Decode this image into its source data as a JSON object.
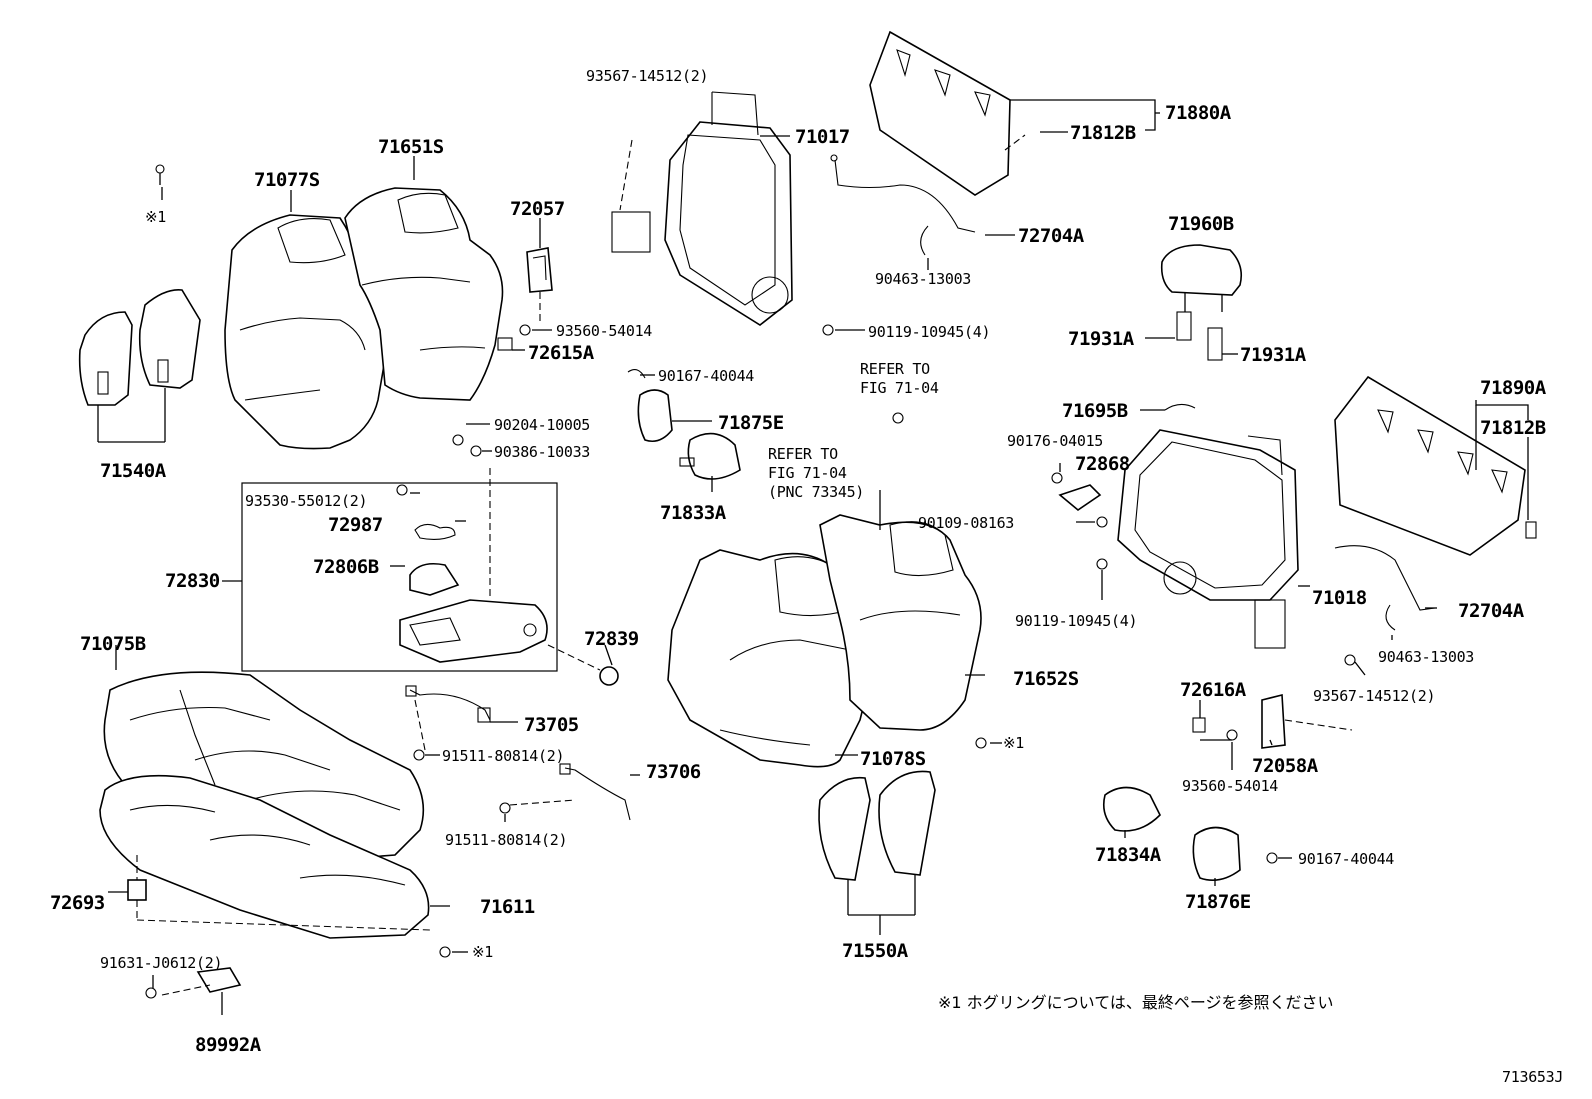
{
  "labels": {
    "l71651S": "71651S",
    "l71077S": "71077S",
    "l72057": "72057",
    "l93567a": "93567-14512(2)",
    "l71017": "71017",
    "l71880A": "71880A",
    "l71812Ba": "71812B",
    "l72704Aa": "72704A",
    "l90463a": "90463-13003",
    "l71960B": "71960B",
    "l71931Aa": "71931A",
    "l71931Ab": "71931A",
    "l93560a": "93560-54014",
    "l72615A": "72615A",
    "l90119a": "90119-10945(4)",
    "l90167a": "90167-40044",
    "lRefer1a": "REFER TO",
    "lRefer1b": "FIG 71-04",
    "l71875E": "71875E",
    "l90204": "90204-10005",
    "l90386": "90386-10033",
    "l71540A": "71540A",
    "l71833A": "71833A",
    "lRefer2a": "REFER TO",
    "lRefer2b": "FIG 71-04",
    "lRefer2c": "(PNC 73345)",
    "l71695B": "71695B",
    "l90176": "90176-04015",
    "l72868": "72868",
    "l71890A": "71890A",
    "l71812Bb": "71812B",
    "l93530": "93530-55012(2)",
    "l72987": "72987",
    "l72830": "72830",
    "l72806B": "72806B",
    "l90109": "90109-08163",
    "l71018": "71018",
    "l90119b": "90119-10945(4)",
    "l72704Ab": "72704A",
    "l72839": "72839",
    "l71075B": "71075B",
    "l71652S": "71652S",
    "l90463b": "90463-13003",
    "l93567b": "93567-14512(2)",
    "l72616A": "72616A",
    "l73705": "73705",
    "l91511a": "91511-80814(2)",
    "l73706": "73706",
    "l71078S": "71078S",
    "l72058A": "72058A",
    "l93560b": "93560-54014",
    "l91511b": "91511-80814(2)",
    "l71834A": "71834A",
    "l90167b": "90167-40044",
    "l72693": "72693",
    "l71611": "71611",
    "l71876E": "71876E",
    "l91631": "91631-J0612(2)",
    "l71550A": "71550A",
    "l89992A": "89992A"
  },
  "ring_marks": {
    "mark1": "※1",
    "mark2": "※1",
    "mark3": "※1"
  },
  "footnote": "※1 ホグリングについては、最終ページを参照ください",
  "diagram_code": "713653J"
}
